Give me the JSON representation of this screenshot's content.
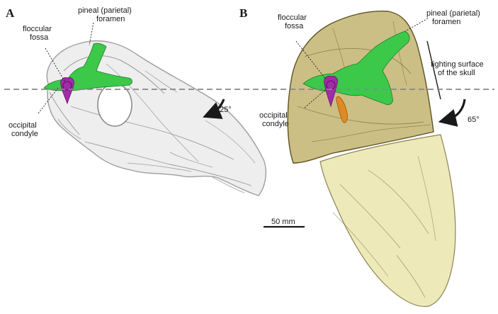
{
  "panel_a": {
    "letter": "A",
    "labels": {
      "pineal_line1": "pineal (parietal)",
      "pineal_line2": "foramen",
      "floccular_line1": "floccular",
      "floccular_line2": "fossa",
      "occipital_line1": "occipital",
      "occipital_line2": "condyle"
    },
    "rotation": "25°"
  },
  "panel_b": {
    "letter": "B",
    "labels": {
      "floccular_line1": "floccular",
      "floccular_line2": "fossa",
      "pineal_line1": "pineal (parietal)",
      "pineal_line2": "foramen",
      "fighting_line1": "fighting surface",
      "fighting_line2": "of the skull",
      "occipital_line1": "occipital",
      "occipital_line2": "condyle"
    },
    "rotation": "65°"
  },
  "scale_bar": {
    "label": "50 mm"
  },
  "colors": {
    "endocast_green": "#3cc94a",
    "inner_ear_purple": "#a02ca8",
    "nerve_orange": "#e08a22",
    "skull_yellow": "#e6dfa4",
    "dash_line": "#888888"
  }
}
